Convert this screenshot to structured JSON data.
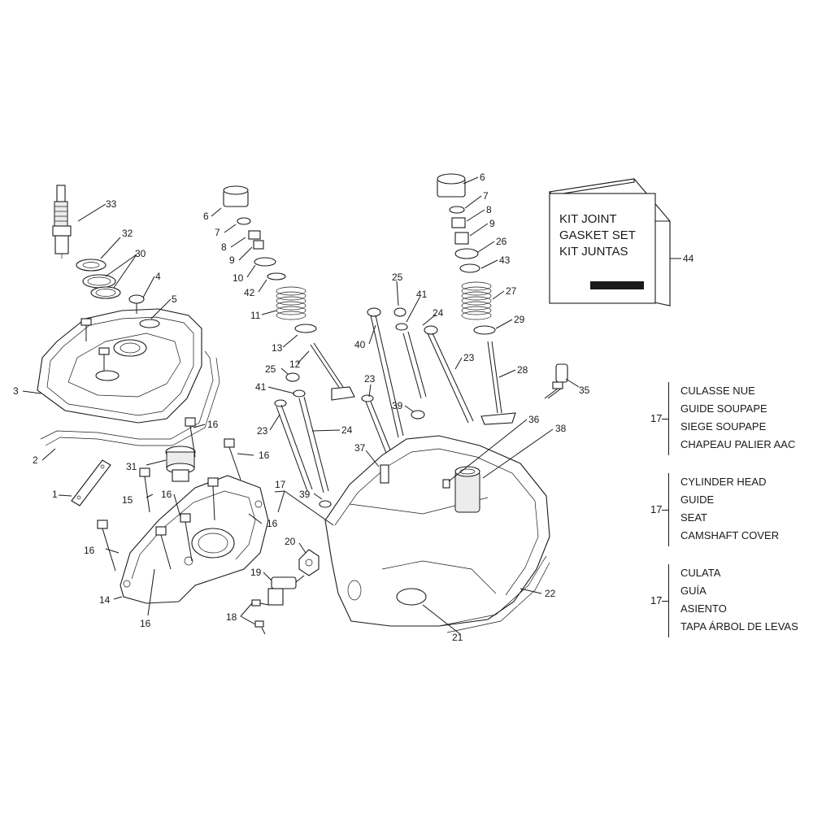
{
  "kit_box": {
    "lines": [
      "KIT JOINT",
      "GASKET SET",
      "KIT JUNTAS"
    ],
    "ref": "44"
  },
  "callouts": [
    {
      "id": "c33",
      "text": "33"
    },
    {
      "id": "c32",
      "text": "32"
    },
    {
      "id": "c30",
      "text": "30"
    },
    {
      "id": "c4",
      "text": "4"
    },
    {
      "id": "c5",
      "text": "5"
    },
    {
      "id": "c3",
      "text": "3"
    },
    {
      "id": "c2",
      "text": "2"
    },
    {
      "id": "c1",
      "text": "1"
    },
    {
      "id": "c31",
      "text": "31"
    },
    {
      "id": "c15",
      "text": "15"
    },
    {
      "id": "c16a",
      "text": "16"
    },
    {
      "id": "c16b",
      "text": "16"
    },
    {
      "id": "c16c",
      "text": "16"
    },
    {
      "id": "c16d",
      "text": "16"
    },
    {
      "id": "c16e",
      "text": "16"
    },
    {
      "id": "c16f",
      "text": "16"
    },
    {
      "id": "c14",
      "text": "14"
    },
    {
      "id": "c6a",
      "text": "6"
    },
    {
      "id": "c7a",
      "text": "7"
    },
    {
      "id": "c8a",
      "text": "8"
    },
    {
      "id": "c9a",
      "text": "9"
    },
    {
      "id": "c10",
      "text": "10"
    },
    {
      "id": "c42",
      "text": "42"
    },
    {
      "id": "c11",
      "text": "11"
    },
    {
      "id": "c13",
      "text": "13"
    },
    {
      "id": "c12",
      "text": "12"
    },
    {
      "id": "c25a",
      "text": "25"
    },
    {
      "id": "c41a",
      "text": "41"
    },
    {
      "id": "c23a",
      "text": "23"
    },
    {
      "id": "c24a",
      "text": "24"
    },
    {
      "id": "c39a",
      "text": "39"
    },
    {
      "id": "c17",
      "text": "17"
    },
    {
      "id": "c20",
      "text": "20"
    },
    {
      "id": "c19",
      "text": "19"
    },
    {
      "id": "c18",
      "text": "18"
    },
    {
      "id": "c25b",
      "text": "25"
    },
    {
      "id": "c41b",
      "text": "41"
    },
    {
      "id": "c40",
      "text": "40"
    },
    {
      "id": "c24b",
      "text": "24"
    },
    {
      "id": "c23b",
      "text": "23"
    },
    {
      "id": "c23c",
      "text": "23"
    },
    {
      "id": "c39b",
      "text": "39"
    },
    {
      "id": "c37",
      "text": "37"
    },
    {
      "id": "c36",
      "text": "36"
    },
    {
      "id": "c38",
      "text": "38"
    },
    {
      "id": "c22",
      "text": "22"
    },
    {
      "id": "c21",
      "text": "21"
    },
    {
      "id": "c6b",
      "text": "6"
    },
    {
      "id": "c7b",
      "text": "7"
    },
    {
      "id": "c8b",
      "text": "8"
    },
    {
      "id": "c9b",
      "text": "9"
    },
    {
      "id": "c26",
      "text": "26"
    },
    {
      "id": "c43",
      "text": "43"
    },
    {
      "id": "c27",
      "text": "27"
    },
    {
      "id": "c29",
      "text": "29"
    },
    {
      "id": "c28",
      "text": "28"
    },
    {
      "id": "c35",
      "text": "35"
    }
  ],
  "legend": [
    {
      "ref": "17",
      "items": [
        "CULASSE NUE",
        "GUIDE SOUPAPE",
        "SIEGE SOUPAPE",
        "CHAPEAU PALIER AAC"
      ]
    },
    {
      "ref": "17",
      "items": [
        "CYLINDER HEAD",
        "GUIDE",
        "SEAT",
        "CAMSHAFT COVER"
      ]
    },
    {
      "ref": "17",
      "items": [
        "CULATA",
        "GUÍA",
        "ASIENTO",
        "TAPA ÁRBOL DE LEVAS"
      ]
    }
  ]
}
